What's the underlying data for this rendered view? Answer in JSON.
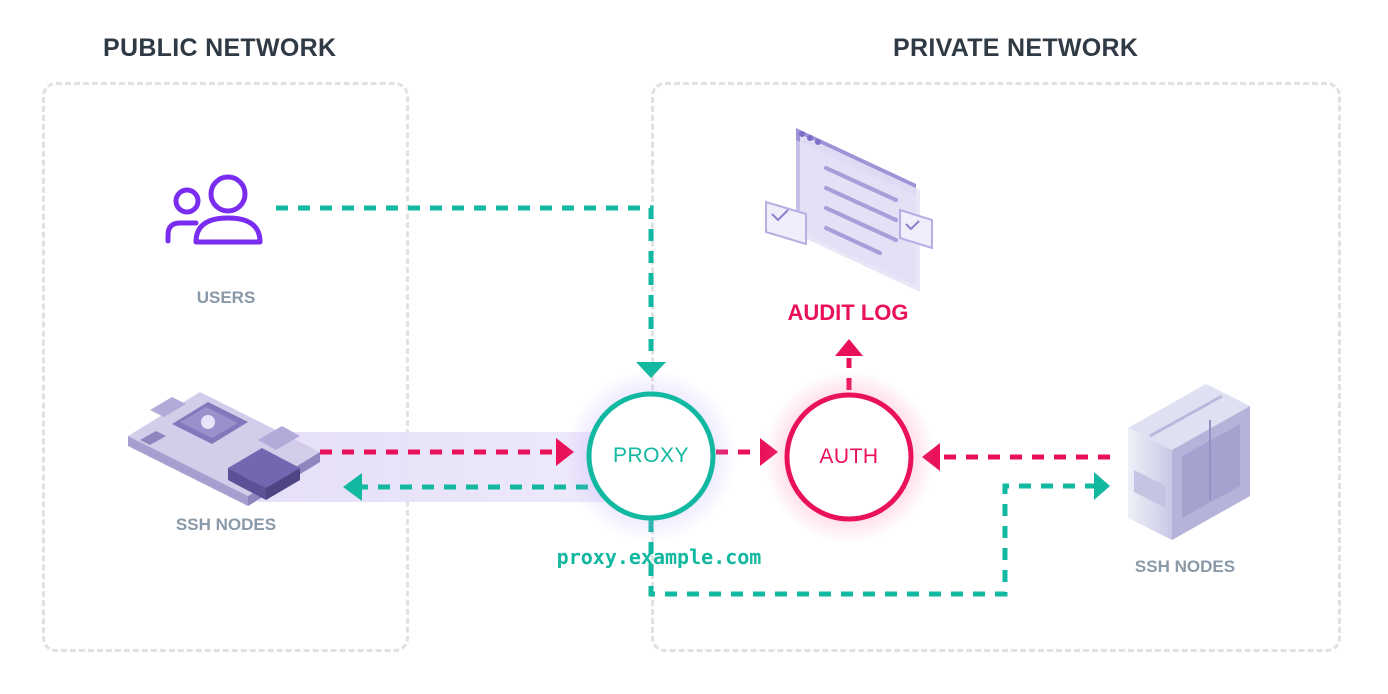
{
  "regions": {
    "public": {
      "title": "PUBLIC NETWORK"
    },
    "private": {
      "title": "PRIVATE NETWORK"
    }
  },
  "nodes": {
    "users": {
      "label": "USERS",
      "icon": "users-icon"
    },
    "ssh_left": {
      "label": "SSH NODES",
      "icon": "raspberry-pi-board-icon"
    },
    "ssh_right": {
      "label": "SSH NODES",
      "icon": "server-tower-icon"
    },
    "proxy": {
      "label": "PROXY",
      "address": "proxy.example.com"
    },
    "auth": {
      "label": "AUTH"
    },
    "audit": {
      "label": "AUDIT LOG",
      "icon": "audit-log-window-icon"
    }
  },
  "colors": {
    "teal": "#12b8a0",
    "pink": "#e8115a",
    "purple": "#7a2cf0",
    "zone_border": "#dde2e3",
    "label_gray": "#8a99a8",
    "title_dark": "#2f3a45"
  }
}
